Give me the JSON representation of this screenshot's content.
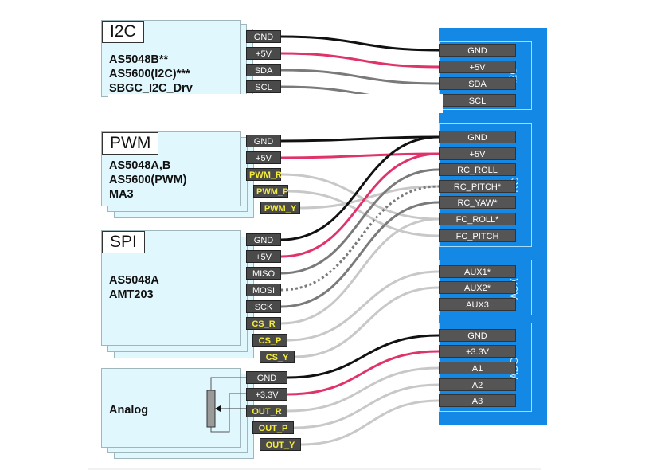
{
  "colors": {
    "gnd_wire": "#111111",
    "power_wire": "#e0336a",
    "signal_wire": "#7a7a7a",
    "light_wire": "#c8c8c8",
    "fc_board": "#1388e4",
    "sensor_card": "#e0f8fd",
    "signal_pin_text": "#f5ec3a"
  },
  "sensors": [
    {
      "id": "i2c",
      "title": "I2C",
      "desc": [
        "AS5048B**",
        "AS5600(I2C)***",
        "SBGC_I2C_Drv"
      ],
      "pins": [
        "GND",
        "+5V",
        "SDA",
        "SCL"
      ]
    },
    {
      "id": "pwm",
      "title": "PWM",
      "desc": [
        "AS5048A,B",
        "AS5600(PWM)",
        "MA3"
      ],
      "pins": [
        "GND",
        "+5V",
        "PWM_R",
        "PWM_P",
        "PWM_Y"
      ]
    },
    {
      "id": "spi",
      "title": "SPI",
      "desc": [
        "AS5048A",
        "AMT203"
      ],
      "pins": [
        "GND",
        "+5V",
        "MISO",
        "MOSI",
        "SCK",
        "CS_R",
        "CS_P",
        "CS_Y"
      ]
    },
    {
      "id": "analog",
      "title": "Analog",
      "desc": [],
      "pins": [
        "GND",
        "+3.3V",
        "OUT_R",
        "OUT_P",
        "OUT_Y"
      ]
    }
  ],
  "controller": {
    "groups": [
      {
        "label": "I2C",
        "pins": [
          "GND",
          "+5V",
          "SDA",
          "SCL"
        ]
      },
      {
        "label": "RC",
        "pins": [
          "GND",
          "+5V",
          "RC_ROLL",
          "RC_PITCH*",
          "RC_YAW*",
          "FC_ROLL*",
          "FC_PITCH"
        ]
      },
      {
        "label": "AUX",
        "pins": [
          "AUX1*",
          "AUX2*",
          "AUX3"
        ]
      },
      {
        "label": "ADC",
        "pins": [
          "GND",
          "+3.3V",
          "A1",
          "A2",
          "A3"
        ]
      }
    ]
  },
  "connections": [
    {
      "from": "I2C.GND",
      "to": "FC.I2C.GND",
      "type": "gnd"
    },
    {
      "from": "I2C.+5V",
      "to": "FC.I2C.+5V",
      "type": "power"
    },
    {
      "from": "I2C.SDA",
      "to": "FC.I2C.SDA",
      "type": "signal"
    },
    {
      "from": "I2C.SCL",
      "to": "FC.I2C.SCL",
      "type": "signal"
    },
    {
      "from": "PWM.GND",
      "to": "FC.RC.GND",
      "type": "gnd"
    },
    {
      "from": "PWM.+5V",
      "to": "FC.RC.+5V",
      "type": "power"
    },
    {
      "from": "PWM.PWM_R",
      "to": "FC.RC.FC_ROLL*",
      "type": "light"
    },
    {
      "from": "PWM.PWM_P",
      "to": "FC.RC.FC_PITCH",
      "type": "light"
    },
    {
      "from": "PWM.PWM_Y",
      "to": "FC.RC.RC_PITCH*",
      "type": "light"
    },
    {
      "from": "SPI.GND",
      "to": "FC.RC.GND",
      "type": "gnd"
    },
    {
      "from": "SPI.+5V",
      "to": "FC.RC.+5V",
      "type": "power"
    },
    {
      "from": "SPI.MISO",
      "to": "FC.RC.RC_ROLL",
      "type": "signal"
    },
    {
      "from": "SPI.MOSI",
      "to": "FC.RC.RC_PITCH*",
      "type": "dotted"
    },
    {
      "from": "SPI.SCK",
      "to": "FC.RC.RC_YAW*",
      "type": "signal"
    },
    {
      "from": "SPI.CS_R",
      "to": "FC.RC.FC_ROLL*",
      "type": "light"
    },
    {
      "from": "SPI.CS_P",
      "to": "FC.AUX.AUX1*",
      "type": "light"
    },
    {
      "from": "SPI.CS_Y",
      "to": "FC.AUX.AUX2*",
      "type": "light"
    },
    {
      "from": "Analog.GND",
      "to": "FC.ADC.GND",
      "type": "gnd"
    },
    {
      "from": "Analog.+3.3V",
      "to": "FC.ADC.+3.3V",
      "type": "power"
    },
    {
      "from": "Analog.OUT_R",
      "to": "FC.ADC.A1",
      "type": "light"
    },
    {
      "from": "Analog.OUT_P",
      "to": "FC.ADC.A2",
      "type": "light"
    },
    {
      "from": "Analog.OUT_Y",
      "to": "FC.ADC.A3",
      "type": "light"
    }
  ]
}
